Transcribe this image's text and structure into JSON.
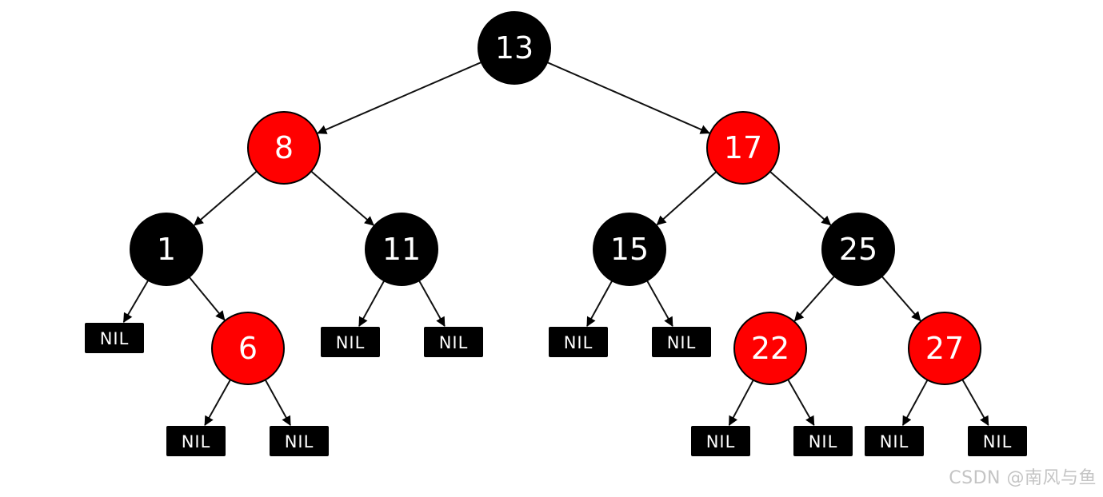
{
  "colors": {
    "red": "#ff0000",
    "black": "#000000",
    "node_text": "#ffffff",
    "edge": "#111111",
    "watermark": "#c4c4c4"
  },
  "nodes": [
    {
      "id": "n13",
      "label": "13",
      "color": "black"
    },
    {
      "id": "n8",
      "label": "8",
      "color": "red"
    },
    {
      "id": "n17",
      "label": "17",
      "color": "red"
    },
    {
      "id": "n1",
      "label": "1",
      "color": "black"
    },
    {
      "id": "n11",
      "label": "11",
      "color": "black"
    },
    {
      "id": "n15",
      "label": "15",
      "color": "black"
    },
    {
      "id": "n25",
      "label": "25",
      "color": "black"
    },
    {
      "id": "n6",
      "label": "6",
      "color": "red"
    },
    {
      "id": "n22",
      "label": "22",
      "color": "red"
    },
    {
      "id": "n27",
      "label": "27",
      "color": "red"
    }
  ],
  "leaves": [
    {
      "id": "nil1",
      "label": "NIL"
    },
    {
      "id": "nil2",
      "label": "NIL"
    },
    {
      "id": "nil3",
      "label": "NIL"
    },
    {
      "id": "nil4",
      "label": "NIL"
    },
    {
      "id": "nil5",
      "label": "NIL"
    },
    {
      "id": "nil6",
      "label": "NIL"
    },
    {
      "id": "nil7",
      "label": "NIL"
    },
    {
      "id": "nil8",
      "label": "NIL"
    },
    {
      "id": "nil9",
      "label": "NIL"
    },
    {
      "id": "nil10",
      "label": "NIL"
    },
    {
      "id": "nil11",
      "label": "NIL"
    }
  ],
  "edges": [
    [
      "n13",
      "n8"
    ],
    [
      "n13",
      "n17"
    ],
    [
      "n8",
      "n1"
    ],
    [
      "n8",
      "n11"
    ],
    [
      "n17",
      "n15"
    ],
    [
      "n17",
      "n25"
    ],
    [
      "n1",
      "nil1"
    ],
    [
      "n1",
      "n6"
    ],
    [
      "n11",
      "nil2"
    ],
    [
      "n11",
      "nil3"
    ],
    [
      "n15",
      "nil4"
    ],
    [
      "n15",
      "nil5"
    ],
    [
      "n25",
      "n22"
    ],
    [
      "n25",
      "n27"
    ],
    [
      "n6",
      "nil6"
    ],
    [
      "n6",
      "nil7"
    ],
    [
      "n22",
      "nil8"
    ],
    [
      "n22",
      "nil9"
    ],
    [
      "n27",
      "nil10"
    ],
    [
      "n27",
      "nil11"
    ]
  ],
  "watermark": "CSDN @南风与鱼"
}
